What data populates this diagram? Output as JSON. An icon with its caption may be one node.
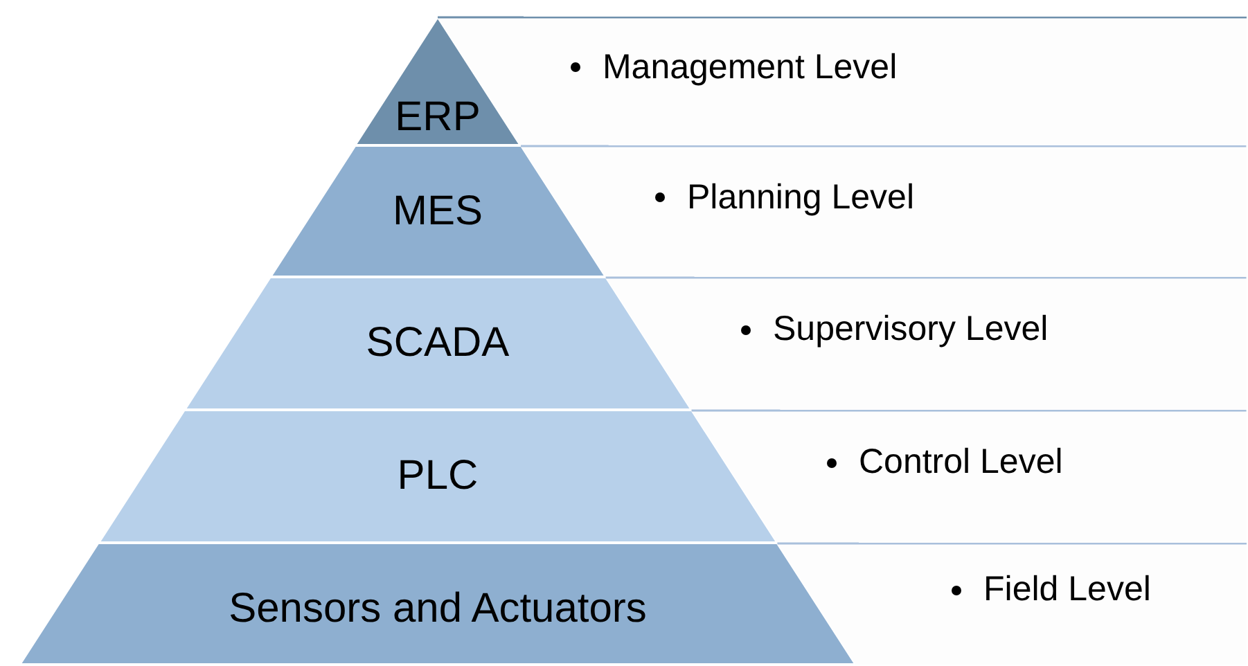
{
  "diagram": {
    "nodes": [
      {
        "text": [
          "ERP"
        ]
      },
      {
        "text": [
          "Management Level"
        ]
      },
      {
        "text": [
          "MES"
        ]
      },
      {
        "text": [
          "Planning Level"
        ]
      },
      {
        "text": [
          "SCADA"
        ]
      },
      {
        "text": [
          "Supervisory Level"
        ]
      },
      {
        "text": [
          "PLC"
        ]
      },
      {
        "text": [
          "Control Level"
        ]
      },
      {
        "text": [
          "Sensors and Actuators"
        ]
      },
      {
        "text": [
          "Field Level"
        ]
      }
    ]
  }
}
